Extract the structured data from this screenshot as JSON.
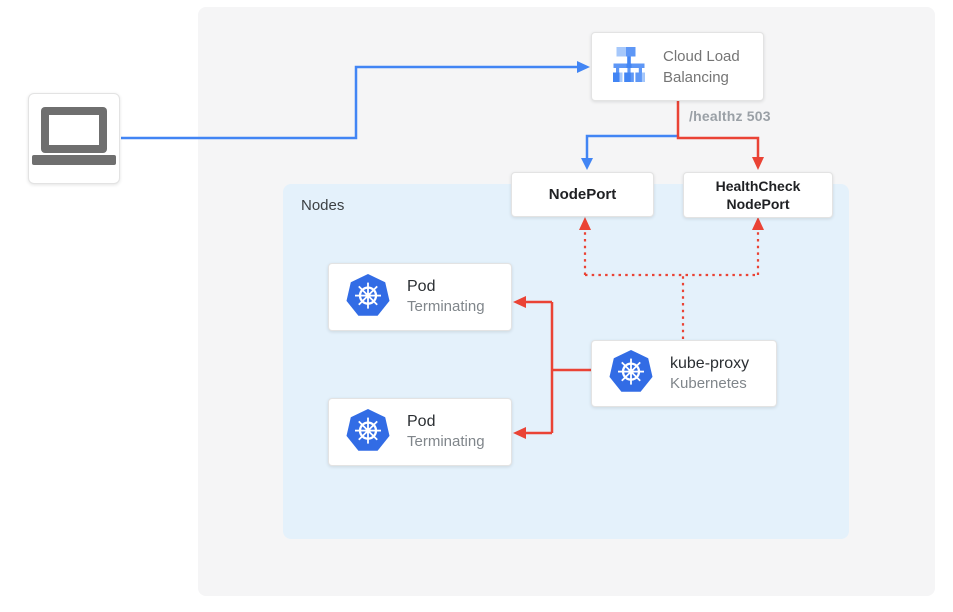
{
  "diagram": {
    "type": "kubernetes-external-traffic-health-check-diagram",
    "client": {
      "icon": "laptop-icon"
    },
    "load_balancer": {
      "label": "Cloud Load Balancing",
      "icon": "cloud-load-balancing-icon"
    },
    "healthz_label": "/healthz 503",
    "node_port": {
      "label": "NodePort"
    },
    "health_check_node_port": {
      "label": "HealthCheck NodePort"
    },
    "nodes_panel": {
      "label": "Nodes"
    },
    "pods": [
      {
        "title": "Pod",
        "subtitle": "Terminating",
        "icon": "kubernetes-icon"
      },
      {
        "title": "Pod",
        "subtitle": "Terminating",
        "icon": "kubernetes-icon"
      }
    ],
    "kube_proxy": {
      "title": "kube-proxy",
      "subtitle": "Kubernetes",
      "icon": "kubernetes-icon"
    },
    "edges": [
      {
        "from": "client",
        "to": "cloud-load-balancing",
        "style": "solid",
        "color": "blue"
      },
      {
        "from": "cloud-load-balancing",
        "to": "nodeport",
        "style": "solid",
        "color": "blue"
      },
      {
        "from": "cloud-load-balancing",
        "to": "healthcheck-nodeport",
        "style": "solid",
        "color": "red",
        "label": "/healthz 503"
      },
      {
        "from": "kube-proxy",
        "to": "pod-1",
        "style": "solid",
        "color": "red"
      },
      {
        "from": "kube-proxy",
        "to": "pod-2",
        "style": "solid",
        "color": "red"
      },
      {
        "from": "kube-proxy",
        "to": "nodeport",
        "style": "dotted",
        "color": "red"
      },
      {
        "from": "kube-proxy",
        "to": "healthcheck-nodeport",
        "style": "dotted",
        "color": "red"
      }
    ],
    "colors": {
      "blue": "#4285F4",
      "red": "#EA4335",
      "panel_gray": "#F5F5F6",
      "panel_blue": "#E4F1FB",
      "kubernetes_blue": "#326CE5",
      "lb_icon_light_blue": "#A6C8FB",
      "lb_icon_medium_blue": "#5E97F6",
      "laptop_gray": "#6F6F6F",
      "card_border": "#E3E3E3",
      "text_primary": "#2B2F33",
      "text_secondary": "#80868B",
      "edge_label_gray": "#9AA0A6"
    }
  }
}
